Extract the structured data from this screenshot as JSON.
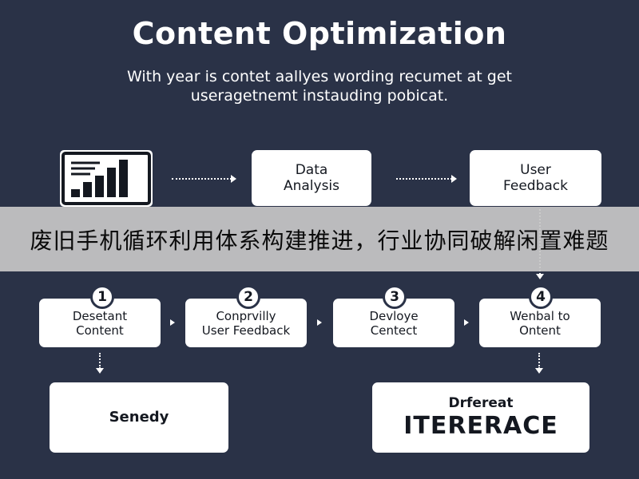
{
  "header": {
    "title": "Content Optimization",
    "subtitle": "With year is contet aallyes wording recumet at get\nuseragetnemt instauding pobicat."
  },
  "top_row": {
    "data_label": "Data\nAnalysis",
    "feedback_label": "User\nFeedback"
  },
  "banner": {
    "text": "废旧手机循环利用体系构建推进，行业协同破解闲置难题"
  },
  "steps": [
    {
      "number": "1",
      "label": "Desetant\nContent"
    },
    {
      "number": "2",
      "label": "Conprvilly\nUser Feedback"
    },
    {
      "number": "3",
      "label": "Devloye\nCentect"
    },
    {
      "number": "4",
      "label": "Wenbal to\nOntent"
    }
  ],
  "bottom": {
    "left_label": "Senedy",
    "right_small": "Drfereat",
    "right_big": "ITERERACE"
  },
  "colors": {
    "background": "#2a3247",
    "box": "#ffffff",
    "banner": "#c6c6c6"
  },
  "icons": {
    "chart": "bar-chart-icon"
  }
}
